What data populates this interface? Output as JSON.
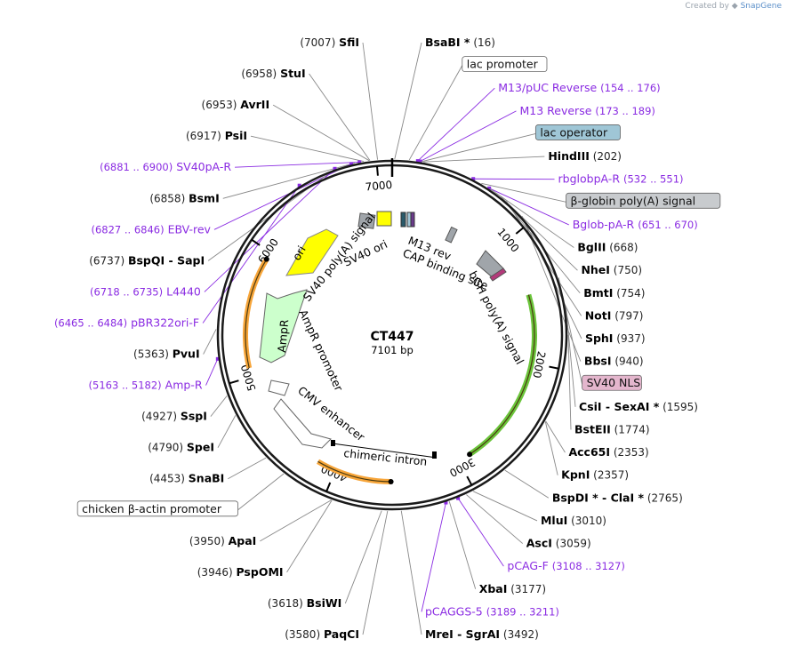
{
  "credit": {
    "prefix": "Created by",
    "brand": "SnapGene"
  },
  "map": {
    "name": "CT447",
    "length_bp": 7101,
    "length_label": "7101 bp",
    "tick_labels": [
      "1000",
      "2000",
      "3000",
      "4000",
      "5000",
      "6000",
      "7000"
    ],
    "colors": {
      "backbone": "#1a1a1a",
      "primer_line": "#8a2be2",
      "site_line": "#888888",
      "ori": "#ffff00",
      "ampr": "#ccffcc",
      "orange_feature": "#f7a539",
      "green_feature": "#6ac43a",
      "grey_feature": "#a0a5aa",
      "lac_operator_fill": "#9fc6d6",
      "sv40nls_fill": "#e4b6cd"
    },
    "sites": [
      {
        "pos": 16,
        "sites": [
          {
            "name": "BsaBI *"
          }
        ],
        "label": "(16)",
        "side": "right"
      },
      {
        "pos": 7007,
        "sites": [
          {
            "name": "SfiI"
          }
        ],
        "label": "(7007)",
        "side": "left"
      },
      {
        "pos": 6958,
        "sites": [
          {
            "name": "StuI"
          }
        ],
        "label": "(6958)",
        "side": "left"
      },
      {
        "pos": 6953,
        "sites": [
          {
            "name": "AvrII"
          }
        ],
        "label": "(6953)",
        "side": "left"
      },
      {
        "pos": 6917,
        "sites": [
          {
            "name": "PsiI"
          }
        ],
        "label": "(6917)",
        "side": "left"
      },
      {
        "pos": 6858,
        "sites": [
          {
            "name": "BsmI"
          }
        ],
        "label": "(6858)",
        "side": "left"
      },
      {
        "pos": 6737,
        "sites": [
          {
            "name": "BspQI"
          },
          {
            "name": "SapI"
          }
        ],
        "label": "(6737)",
        "side": "left"
      },
      {
        "pos": 202,
        "sites": [
          {
            "name": "HindIII"
          }
        ],
        "label": "(202)",
        "side": "right"
      },
      {
        "pos": 668,
        "sites": [
          {
            "name": "BglII"
          }
        ],
        "label": "(668)",
        "side": "right"
      },
      {
        "pos": 750,
        "sites": [
          {
            "name": "NheI"
          }
        ],
        "label": "(750)",
        "side": "right"
      },
      {
        "pos": 754,
        "sites": [
          {
            "name": "BmtI"
          }
        ],
        "label": "(754)",
        "side": "right"
      },
      {
        "pos": 797,
        "sites": [
          {
            "name": "NotI"
          }
        ],
        "label": "(797)",
        "side": "right"
      },
      {
        "pos": 937,
        "sites": [
          {
            "name": "SphI"
          }
        ],
        "label": "(937)",
        "side": "right"
      },
      {
        "pos": 940,
        "sites": [
          {
            "name": "BbsI"
          }
        ],
        "label": "(940)",
        "side": "right"
      },
      {
        "pos": 1595,
        "sites": [
          {
            "name": "CsiI"
          },
          {
            "name": "SexAI *"
          }
        ],
        "label": "(1595)",
        "side": "right"
      },
      {
        "pos": 1774,
        "sites": [
          {
            "name": "BstEII"
          }
        ],
        "label": "(1774)",
        "side": "right"
      },
      {
        "pos": 2353,
        "sites": [
          {
            "name": "Acc65I"
          }
        ],
        "label": "(2353)",
        "side": "right"
      },
      {
        "pos": 2357,
        "sites": [
          {
            "name": "KpnI"
          }
        ],
        "label": "(2357)",
        "side": "right"
      },
      {
        "pos": 2765,
        "sites": [
          {
            "name": "BspDI *"
          },
          {
            "name": "ClaI *"
          }
        ],
        "label": "(2765)",
        "side": "right"
      },
      {
        "pos": 3010,
        "sites": [
          {
            "name": "MluI"
          }
        ],
        "label": "(3010)",
        "side": "right"
      },
      {
        "pos": 3059,
        "sites": [
          {
            "name": "AscI"
          }
        ],
        "label": "(3059)",
        "side": "right"
      },
      {
        "pos": 3177,
        "sites": [
          {
            "name": "XbaI"
          }
        ],
        "label": "(3177)",
        "side": "right"
      },
      {
        "pos": 3492,
        "sites": [
          {
            "name": "MreI"
          },
          {
            "name": "SgrAI"
          }
        ],
        "label": "(3492)",
        "side": "right"
      },
      {
        "pos": 3580,
        "sites": [
          {
            "name": "PaqCI"
          }
        ],
        "label": "(3580)",
        "side": "left"
      },
      {
        "pos": 3618,
        "sites": [
          {
            "name": "BsiWI"
          }
        ],
        "label": "(3618)",
        "side": "left"
      },
      {
        "pos": 3946,
        "sites": [
          {
            "name": "PspOMI"
          }
        ],
        "label": "(3946)",
        "side": "left"
      },
      {
        "pos": 3950,
        "sites": [
          {
            "name": "ApaI"
          }
        ],
        "label": "(3950)",
        "side": "left"
      },
      {
        "pos": 4453,
        "sites": [
          {
            "name": "SnaBI"
          }
        ],
        "label": "(4453)",
        "side": "left"
      },
      {
        "pos": 4790,
        "sites": [
          {
            "name": "SpeI"
          }
        ],
        "label": "(4790)",
        "side": "left"
      },
      {
        "pos": 4927,
        "sites": [
          {
            "name": "SspI"
          }
        ],
        "label": "(4927)",
        "side": "left"
      },
      {
        "pos": 5363,
        "sites": [
          {
            "name": "PvuI"
          }
        ],
        "label": "(5363)",
        "side": "left"
      }
    ],
    "primers": [
      {
        "name": "SV40pA-R",
        "range": "(6881 .. 6900)",
        "pos": 6890,
        "side": "left"
      },
      {
        "name": "EBV-rev",
        "range": "(6827 .. 6846)",
        "pos": 6836,
        "side": "left"
      },
      {
        "name": "L4440",
        "range": "(6718 .. 6735)",
        "pos": 6726,
        "side": "left"
      },
      {
        "name": "pBR322ori-F",
        "range": "(6465 .. 6484)",
        "pos": 6474,
        "side": "left"
      },
      {
        "name": "Amp-R",
        "range": "(5163 .. 5182)",
        "pos": 5172,
        "side": "left"
      },
      {
        "name": "M13/pUC Reverse",
        "range": "(154 .. 176)",
        "pos": 165,
        "side": "right"
      },
      {
        "name": "M13 Reverse",
        "range": "(173 .. 189)",
        "pos": 181,
        "side": "right"
      },
      {
        "name": "rbglobpA-R",
        "range": "(532 .. 551)",
        "pos": 541,
        "side": "right"
      },
      {
        "name": "Bglob-pA-R",
        "range": "(651 .. 670)",
        "pos": 660,
        "side": "right"
      },
      {
        "name": "pCAG-F",
        "range": "(3108 .. 3127)",
        "pos": 3117,
        "side": "right"
      },
      {
        "name": "pCAGGS-5",
        "range": "(3189 .. 3211)",
        "pos": 3200,
        "side": "right"
      }
    ],
    "boxed_labels": [
      {
        "name": "lac promoter",
        "pos": 110,
        "style": "white"
      },
      {
        "name": "lac operator",
        "pos": 190,
        "style": "blue"
      },
      {
        "name": "β-globin poly(A) signal",
        "pos": 600,
        "style": "grey"
      },
      {
        "name": "SV40 NLS",
        "pos": 1400,
        "style": "pink"
      },
      {
        "name": "chicken β-actin promoter",
        "pos": 4300,
        "style": "white"
      }
    ],
    "inner_labels": [
      "ori",
      "SV40 poly(A) signal",
      "SV40 ori",
      "M13 rev",
      "CAP binding site",
      "bGH poly(A) signal",
      "AmpR",
      "AmpR promoter",
      "CMV enhancer",
      "chimeric intron"
    ],
    "features": [
      {
        "name": "bGH-like green",
        "start": 1450,
        "end": 2900,
        "color": "green",
        "dir": "cw"
      },
      {
        "name": "orange lower",
        "start": 3560,
        "end": 4150,
        "color": "orange",
        "dir": "ccw"
      },
      {
        "name": "AmpR-like orange",
        "start": 5070,
        "end": 5940,
        "color": "orange",
        "dir": "cw"
      }
    ]
  }
}
